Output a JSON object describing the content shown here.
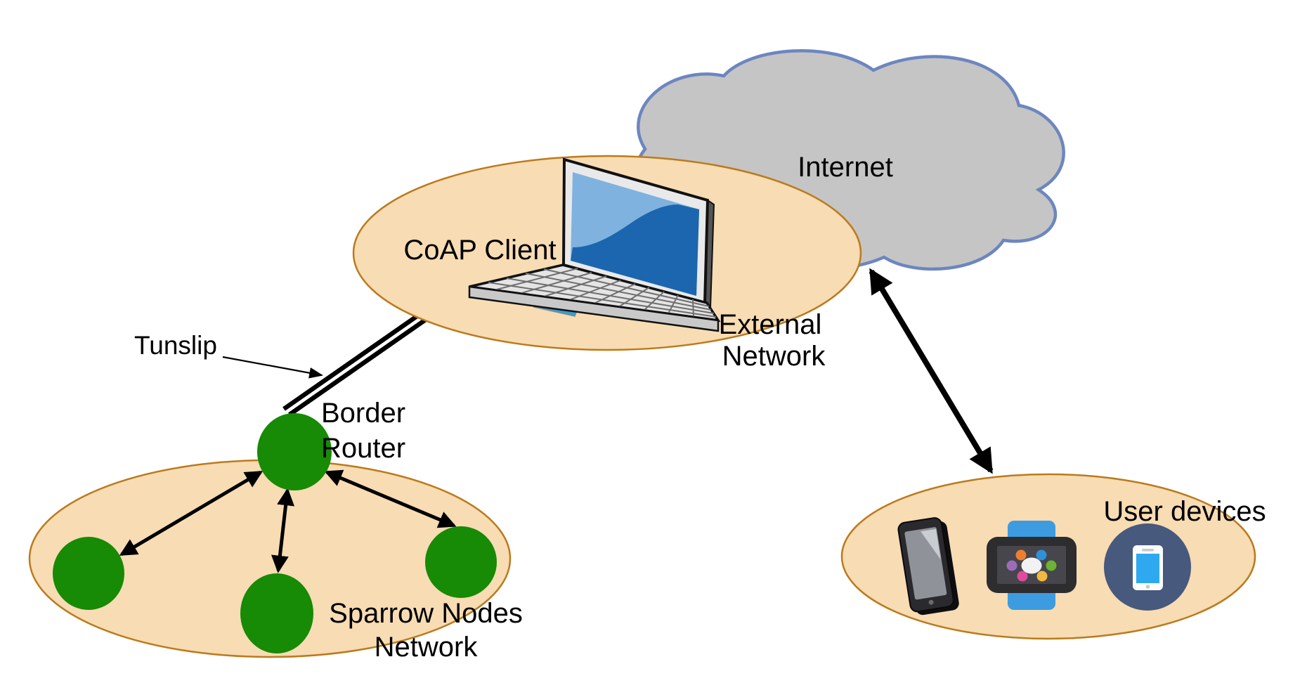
{
  "diagram": {
    "internet_cloud": {
      "label": "Internet"
    },
    "external_network": {
      "client_label": "CoAP Client",
      "label_line1": "External",
      "label_line2": "Network",
      "icon": "laptop-icon"
    },
    "tunslip_link": {
      "label": "Tunslip",
      "style": "double-parallel-line"
    },
    "border_router": {
      "label_line1": "Border",
      "label_line2": "Router"
    },
    "sparrow_network": {
      "label_line1": "Sparrow Nodes",
      "label_line2": "Network",
      "node_count": 3
    },
    "user_devices": {
      "label": "User devices",
      "icons": [
        "tablet-icon",
        "smartwatch-icon",
        "smartphone-icon"
      ]
    },
    "connections": [
      {
        "from": "border-router",
        "to": "sparrow-node-left",
        "bidirectional": true
      },
      {
        "from": "border-router",
        "to": "sparrow-node-middle",
        "bidirectional": true
      },
      {
        "from": "border-router",
        "to": "sparrow-node-right",
        "bidirectional": true
      },
      {
        "from": "internet-cloud",
        "to": "user-devices",
        "bidirectional": true
      },
      {
        "from": "tunslip-label",
        "to": "tunslip-link",
        "bidirectional": false
      },
      {
        "from": "external-network",
        "to": "border-router",
        "via": "tunslip-serial-link"
      }
    ]
  },
  "colors": {
    "region_fill": "#F7DCB4",
    "region_stroke": "#BC7A1C",
    "cloud_fill": "#C5C5C5",
    "cloud_stroke": "#6C86BF",
    "node_green": "#178A06",
    "arrow_black": "#000000",
    "laptop_frame": "#E9E9E9",
    "laptop_base": "#E4E4E4",
    "screen_blue_light": "#7FB2DE",
    "screen_blue_dark": "#1B66AF",
    "touchpad_blue": "#2E9FD6",
    "watch_band_blue": "#3D9BE0",
    "watch_case": "#2D2D30",
    "watch_screen": "#46464C",
    "watch_dots": [
      "#EE7F2E",
      "#3090D8",
      "#9C6CBB",
      "#6CB233",
      "#DF4B9E",
      "#EFB940"
    ],
    "watch_dot_center": "#F2F2F2",
    "phone_circle_blue": "#47597C",
    "phone_screen_blue": "#2EA9F0",
    "tablet_body": "#2A2A2E",
    "tablet_screen": "#8F9298"
  }
}
